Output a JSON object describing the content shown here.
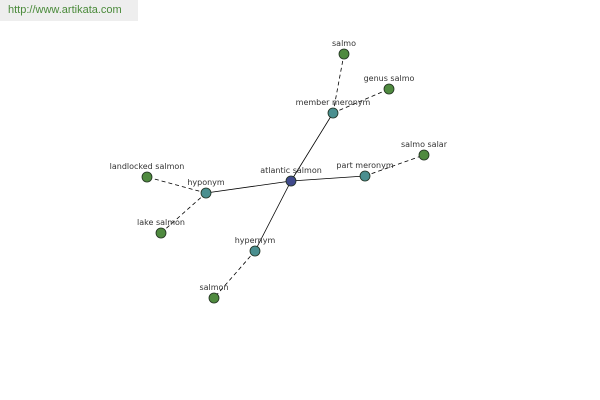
{
  "watermark": "http://www.artikata.com",
  "colors": {
    "center": "#404a8c",
    "relation": "#4a8f8f",
    "leaf": "#4f8a3f",
    "edge": "#000000"
  },
  "center": {
    "label": "atlantic salmon"
  },
  "relations": [
    {
      "id": "member-meronym",
      "label": "member meronym",
      "leaves": [
        "salmo",
        "genus salmo"
      ]
    },
    {
      "id": "part-meronym",
      "label": "part meronym",
      "leaves": [
        "salmo salar"
      ]
    },
    {
      "id": "hyponym",
      "label": "hyponym",
      "leaves": [
        "landlocked salmon",
        "lake salmon"
      ]
    },
    {
      "id": "hypernym",
      "label": "hypernym",
      "leaves": [
        "salmon"
      ]
    }
  ]
}
